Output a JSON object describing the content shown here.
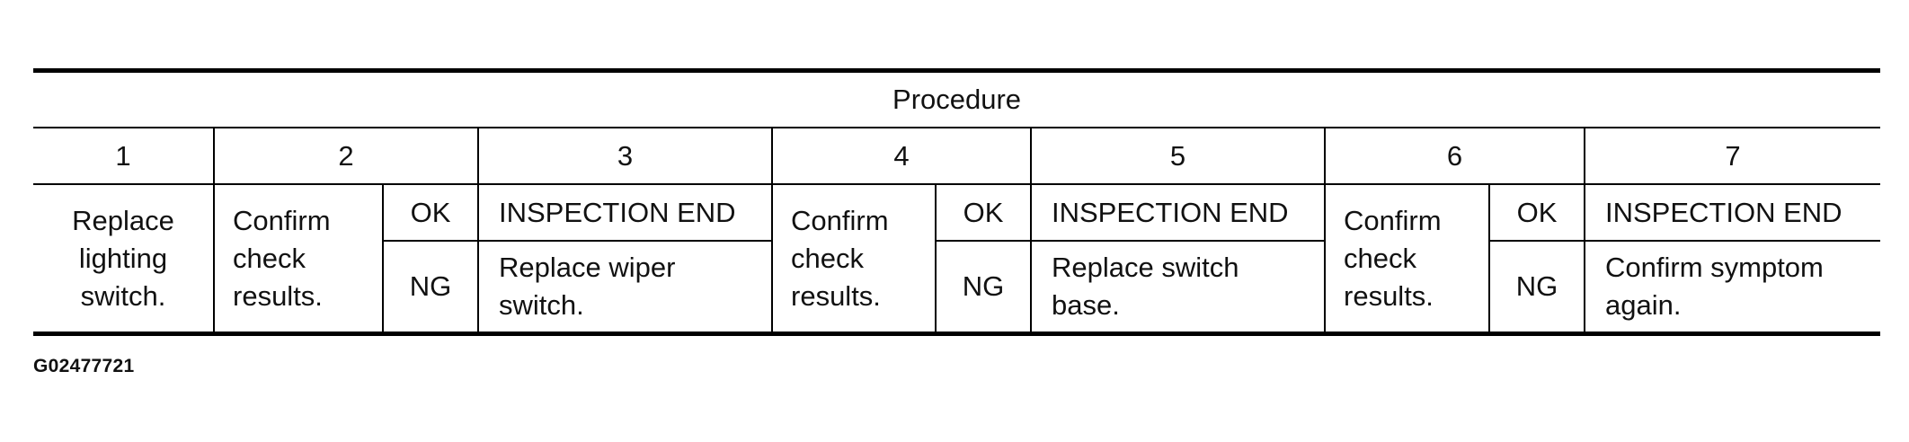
{
  "header": "Procedure",
  "steps": [
    "1",
    "2",
    "3",
    "4",
    "5",
    "6",
    "7"
  ],
  "step1_action": [
    "Replace",
    "lighting",
    "switch."
  ],
  "confirm_label": [
    "Confirm",
    "check",
    "results."
  ],
  "ok_label": "OK",
  "ng_label": "NG",
  "inspection_end": "INSPECTION END",
  "ng_actions": {
    "step3": [
      "Replace wiper",
      "switch."
    ],
    "step5": [
      "Replace switch",
      "base."
    ],
    "step7": [
      "Confirm symptom",
      "again."
    ]
  },
  "image_id": "G02477721"
}
